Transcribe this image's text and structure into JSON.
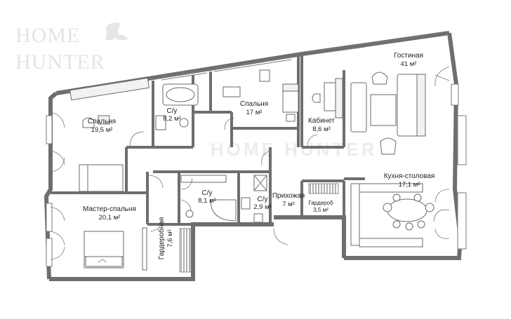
{
  "logo": {
    "line1": "HOME",
    "line2": "HUNTER"
  },
  "watermark": "HOME HUNTER",
  "rooms": {
    "bedroom1": {
      "name": "Спальня",
      "area": "19,5 м²"
    },
    "bath1": {
      "name": "С/у",
      "area": "8,2 м²"
    },
    "bedroom2": {
      "name": "Спальня",
      "area": "17 м²"
    },
    "study": {
      "name": "Кабинет",
      "area": "8,6 м²"
    },
    "living": {
      "name": "Гостиная",
      "area": "41 м²"
    },
    "master": {
      "name": "Мастер-спальня",
      "area": "20,1 м²"
    },
    "bath2": {
      "name": "С/у",
      "area": "8,1 м²"
    },
    "bath3": {
      "name": "С/у",
      "area": "2,9 м²"
    },
    "hall": {
      "name": "Прихожая",
      "area": "7 м²"
    },
    "wardrobe1": {
      "name": "Гардероб",
      "area": "3,5 м²"
    },
    "wardrobe2": {
      "name": "Гардеробная",
      "area": "7,6 м²"
    },
    "kitchen": {
      "name": "Кухня-столовая",
      "area": "17,1 м²"
    }
  }
}
